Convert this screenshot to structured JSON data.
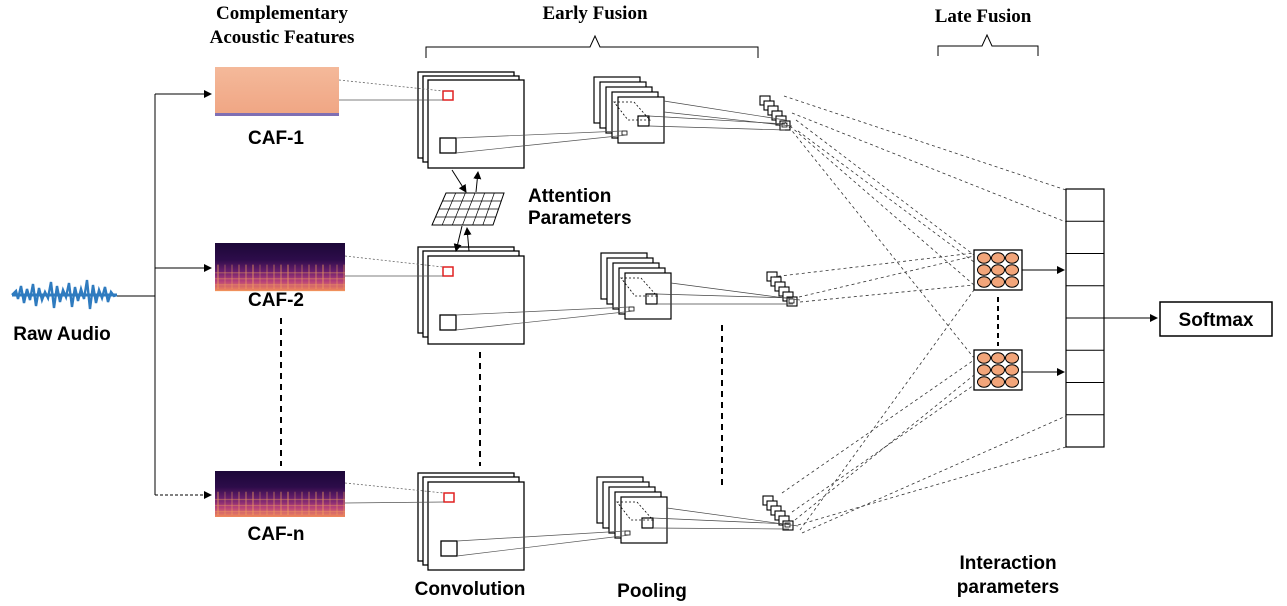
{
  "headings": {
    "caf_title": [
      "Complementary",
      "Acoustic Features"
    ],
    "early_fusion": "Early Fusion",
    "late_fusion": "Late Fusion"
  },
  "labels": {
    "raw_audio": "Raw Audio",
    "caf1": "CAF-1",
    "caf2": "CAF-2",
    "cafn": "CAF-n",
    "attention": [
      "Attention",
      "Parameters"
    ],
    "convolution": "Convolution",
    "pooling": "Pooling",
    "interaction": [
      "Interaction",
      "parameters"
    ],
    "softmax": "Softmax"
  },
  "colors": {
    "waveform": "#2f7bbf",
    "caf1_fill": "#f2ad8c",
    "spectro_dark": "#1c0838",
    "spectro_mid": "#a33a73",
    "spectro_hot": "#f7a35c",
    "red_box": "#e02020",
    "node_fill": "#f2a57a"
  },
  "icons": {
    "raw_audio": "audio-waveform-icon",
    "attention": "attention-grid-icon",
    "softmax_vector": "output-vector-icon"
  }
}
